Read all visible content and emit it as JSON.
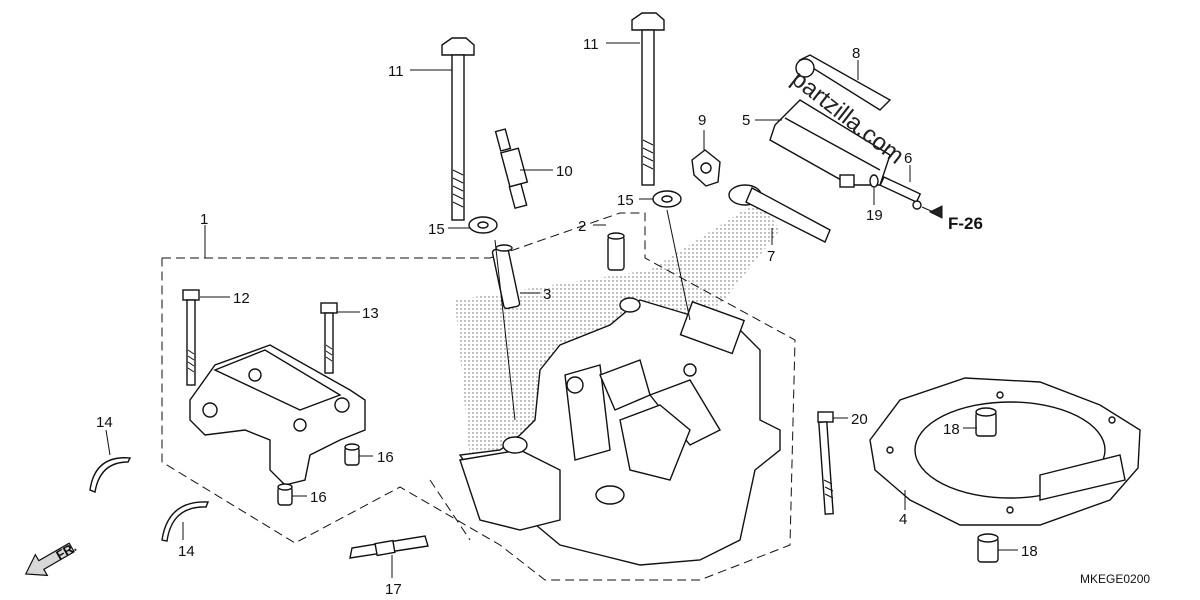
{
  "callouts": [
    {
      "id": "c1",
      "label": "1"
    },
    {
      "id": "c2",
      "label": "2"
    },
    {
      "id": "c3",
      "label": "3"
    },
    {
      "id": "c4",
      "label": "4"
    },
    {
      "id": "c5",
      "label": "5"
    },
    {
      "id": "c6",
      "label": "6"
    },
    {
      "id": "c7",
      "label": "7"
    },
    {
      "id": "c8",
      "label": "8"
    },
    {
      "id": "c9",
      "label": "9"
    },
    {
      "id": "c10",
      "label": "10"
    },
    {
      "id": "c11a",
      "label": "11"
    },
    {
      "id": "c11b",
      "label": "11"
    },
    {
      "id": "c12",
      "label": "12"
    },
    {
      "id": "c13",
      "label": "13"
    },
    {
      "id": "c14a",
      "label": "14"
    },
    {
      "id": "c14b",
      "label": "14"
    },
    {
      "id": "c15a",
      "label": "15"
    },
    {
      "id": "c15b",
      "label": "15"
    },
    {
      "id": "c16a",
      "label": "16"
    },
    {
      "id": "c16b",
      "label": "16"
    },
    {
      "id": "c17",
      "label": "17"
    },
    {
      "id": "c18a",
      "label": "18"
    },
    {
      "id": "c18b",
      "label": "18"
    },
    {
      "id": "c19",
      "label": "19"
    },
    {
      "id": "c20",
      "label": "20"
    }
  ],
  "reference": {
    "label": "F-26"
  },
  "direction": {
    "label": "FR."
  },
  "diagram_code": "MKEGE0200",
  "watermark": "partzilla.com",
  "icons": {
    "direction_arrow": "front-direction-arrow",
    "pointer": "reference-arrow"
  }
}
